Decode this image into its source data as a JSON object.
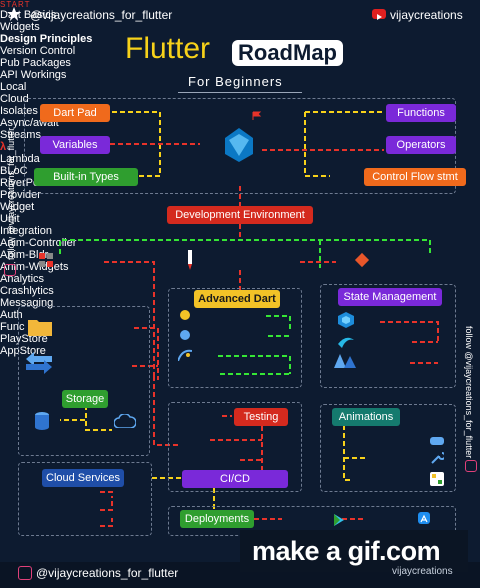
{
  "header": {
    "handle_left": "@vijaycreations_for_flutter",
    "handle_right": "vijaycreations"
  },
  "title": {
    "flutter": "Flutter",
    "roadmap": "RoadMap",
    "subtitle": "For Beginners"
  },
  "side": {
    "left_vertical": "follow @vijaycreations_for_flutter",
    "right_vertical": "follow @vijaycreations_for_flutter"
  },
  "dart": {
    "start": "START",
    "label": "Dart Basics",
    "left_items": [
      "Dart Pad",
      "Variables",
      "Built-in Types"
    ],
    "right_items": [
      "Functions",
      "Operators",
      "Control Flow stmt"
    ]
  },
  "dev_env": "Development Environment",
  "row2": {
    "widgets": "Widgets",
    "design": "Design Principles",
    "version": "Version Control"
  },
  "left_panel": {
    "pub": "Pub Packages",
    "api": "API Workings",
    "storage": "Storage",
    "local": "Local",
    "cloud": "Cloud"
  },
  "advanced": {
    "title": "Advanced Dart",
    "items": [
      "Isolates",
      "Async/await",
      "Streams",
      "Lambda"
    ]
  },
  "state": {
    "title": "State Management",
    "items": [
      "BLoC",
      "RiverPod",
      "Provider"
    ]
  },
  "testing": {
    "widget": "Widget",
    "title": "Testing",
    "unit": "Unit",
    "integration": "Integration",
    "cicd": "CI/CD"
  },
  "animations": {
    "title": "Animations",
    "items": [
      "Anim-Controller",
      "Anim-Bldr",
      "Anim-Widgets"
    ]
  },
  "cloud_services": {
    "title": "Cloud Services",
    "left": [
      "Analytics",
      "Crashlytics",
      "Messaging"
    ],
    "right": [
      "Auth",
      "Func"
    ]
  },
  "deploy": {
    "title": "Deployments",
    "play": "PlayStore",
    "app": "AppStore"
  },
  "footer": {
    "handle": "@vijaycreations_for_flutter",
    "right": "vijaycreations",
    "watermark": "make a gif.com"
  },
  "colors": {
    "background": "#0d1b30",
    "orange": "#f06a1c",
    "purple": "#7a29d9",
    "green": "#2f9e2f",
    "red": "#d42a1e",
    "yellow_dash": "#f7d21a",
    "green_dash": "#35e635",
    "red_dash": "#e8332a"
  }
}
